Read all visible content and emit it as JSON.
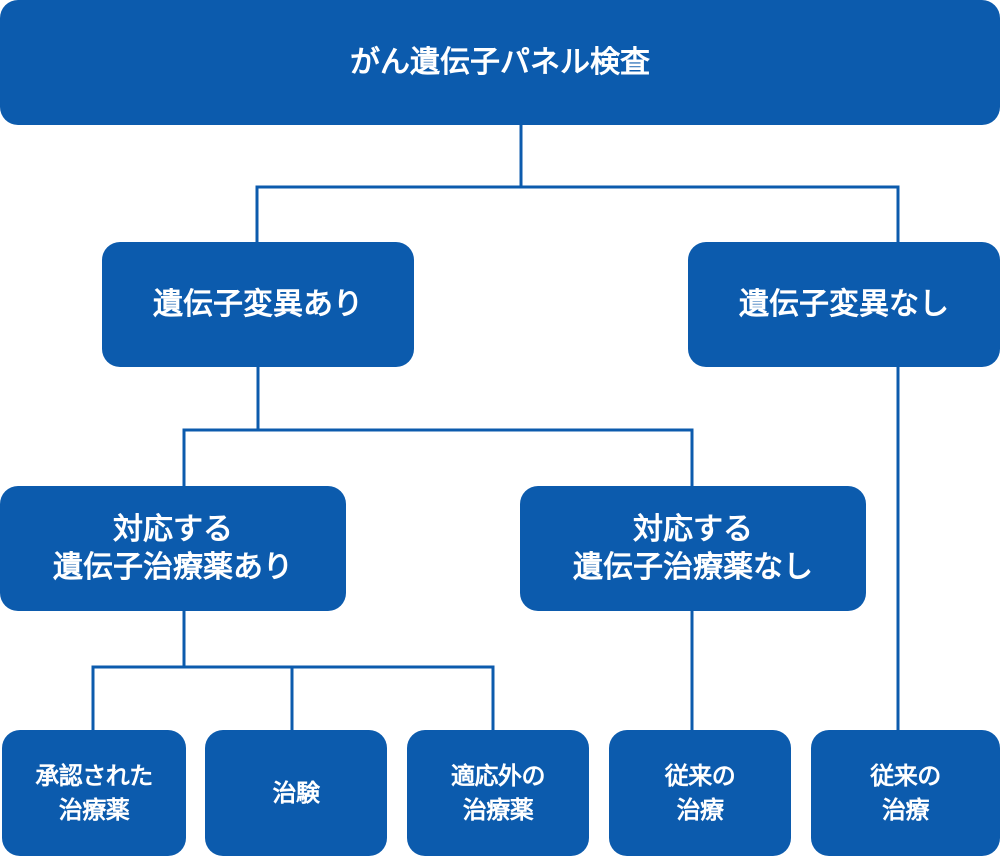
{
  "diagram": {
    "root": {
      "label": "がん遺伝子パネル検査"
    },
    "level1": {
      "mutation_found": "遺伝子変異あり",
      "no_mutation": "遺伝子変異なし"
    },
    "level2": {
      "drug_available": {
        "line1": "対応する",
        "line2": "遺伝子治療薬あり"
      },
      "no_drug": {
        "line1": "対応する",
        "line2": "遺伝子治療薬なし"
      }
    },
    "level3": {
      "approved_drug": {
        "line1": "承認された",
        "line2": "治療薬"
      },
      "clinical_trial": {
        "line1": "治験"
      },
      "off_label": {
        "line1": "適応外の",
        "line2": "治療薬"
      },
      "conventional_a": {
        "line1": "従来の",
        "line2": "治療"
      },
      "conventional_b": {
        "line1": "従来の",
        "line2": "治療"
      }
    }
  },
  "colors": {
    "node_fill": "#0c5bad",
    "node_text": "#ffffff",
    "connector": "#0c5bad",
    "background": "#ffffff"
  }
}
